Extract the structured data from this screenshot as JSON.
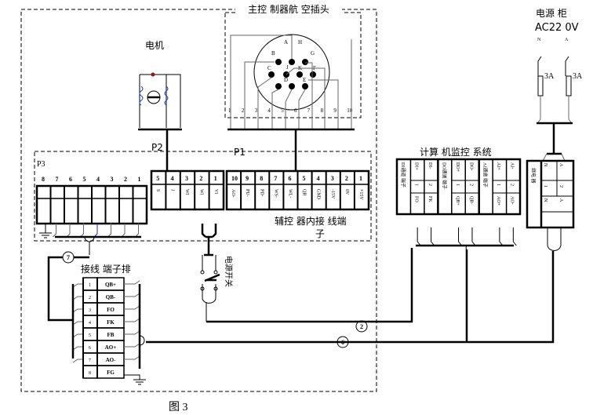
{
  "figure_caption": "图 3",
  "plug": {
    "title": "主控 制器航 空插头",
    "pins": [
      "A",
      "H",
      "B",
      "G",
      "C",
      "J",
      "K",
      "F",
      "D",
      "E"
    ],
    "numbers": [
      "1",
      "2",
      "3",
      "4",
      "5",
      "6",
      "7",
      "8",
      "9",
      "10"
    ]
  },
  "motor": {
    "title": "电机"
  },
  "power_cabinet": {
    "title": "电源 柜",
    "voltage": "AC22 0V",
    "phase_n": "N",
    "phase_a": "A",
    "fuse_n": "3A",
    "fuse_a": "3A"
  },
  "aux_terminal": {
    "title_line1": "辅控 器内接 线端",
    "title_line2": "子",
    "p3": {
      "label": "P3",
      "numbers": [
        "8",
        "7",
        "6",
        "5",
        "4",
        "3",
        "2",
        "1"
      ]
    },
    "p2": {
      "label": "P2",
      "numbers": [
        "5",
        "4",
        "3",
        "2",
        "1"
      ],
      "signals": [
        "S",
        "J",
        "WI",
        "WI",
        "VI"
      ]
    },
    "p1": {
      "label": "P1",
      "numbers": [
        "10",
        "9",
        "8",
        "7",
        "6",
        "5",
        "4",
        "3",
        "2",
        "1"
      ],
      "signals": [
        "AO-",
        "PU-",
        "PD-",
        "WS-",
        "WL-",
        "QB",
        "GND",
        "-15V",
        "0V",
        "+15V"
      ]
    }
  },
  "terminal_strip": {
    "title": "接线 端子排",
    "rows": [
      {
        "no": "1",
        "signal": "QB+"
      },
      {
        "no": "2",
        "signal": "QB-"
      },
      {
        "no": "3",
        "signal": "FO"
      },
      {
        "no": "4",
        "signal": "FK"
      },
      {
        "no": "5",
        "signal": "FB"
      },
      {
        "no": "6",
        "signal": "AO+"
      },
      {
        "no": "7",
        "signal": "AO-"
      },
      {
        "no": "8",
        "signal": "FG"
      }
    ]
  },
  "power_switch": {
    "label": "电源开关"
  },
  "monitor": {
    "title": "计算 机监控 系统",
    "groups": [
      {
        "name": "DI通道 端子",
        "cols": [
          {
            "top": "DI+",
            "mid": "1",
            "bot": "FO"
          },
          {
            "top": "DI-",
            "mid": "2",
            "bot": "FK"
          }
        ]
      },
      {
        "name": "DO通道 端子",
        "cols": [
          {
            "top": "DO+",
            "mid": "1",
            "bot": "QB+"
          },
          {
            "top": "DO-",
            "mid": "2",
            "bot": "QB-"
          }
        ]
      },
      {
        "name": "AI通道 端子",
        "cols": [
          {
            "top": "AI+",
            "mid": "1",
            "bot": "AO+"
          },
          {
            "top": "AI-",
            "mid": "2",
            "bot": "AO-"
          }
        ]
      }
    ]
  },
  "cabinet_block": {
    "name": "继电 器",
    "cols": [
      {
        "top": "N",
        "mid": "1",
        "bot": "N"
      },
      {
        "top": "A",
        "mid": "2",
        "bot": "A"
      }
    ]
  },
  "cables": [
    {
      "id": "7"
    },
    {
      "id": "2"
    },
    {
      "id": "6"
    }
  ]
}
